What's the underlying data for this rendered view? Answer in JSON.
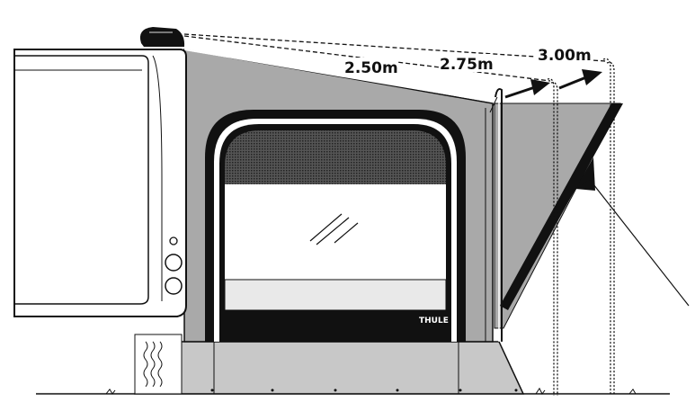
{
  "diagram": {
    "labels": {
      "depth_small": "2.50m",
      "depth_medium": "2.75m",
      "depth_large": "3.00m"
    },
    "brand": "THULE",
    "colors": {
      "awning_fabric": "#a9a9a9",
      "floor": "#c8c8c8",
      "outline": "#111111"
    }
  }
}
